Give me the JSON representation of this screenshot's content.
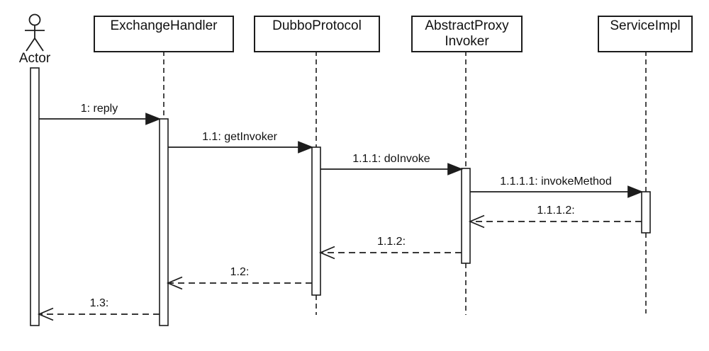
{
  "colors": {
    "line": "#1c1c1c",
    "text": "#111111",
    "background": "#ffffff",
    "box_fill": "#ffffff"
  },
  "participants": [
    {
      "id": "actor",
      "kind": "actor",
      "label": "Actor"
    },
    {
      "id": "exchange-handler",
      "kind": "class",
      "label": "ExchangeHandler"
    },
    {
      "id": "dubbo-protocol",
      "kind": "class",
      "label": "DubboProtocol"
    },
    {
      "id": "abstract-proxy-invoker",
      "kind": "class",
      "label": "AbstractProxy\nInvoker"
    },
    {
      "id": "service-impl",
      "kind": "class",
      "label": "ServiceImpl"
    }
  ],
  "messages": [
    {
      "label": "1: reply",
      "from": "Actor",
      "to": "ExchangeHandler",
      "kind": "call"
    },
    {
      "label": "1.1: getInvoker",
      "from": "ExchangeHandler",
      "to": "DubboProtocol",
      "kind": "call"
    },
    {
      "label": "1.1.1: doInvoke",
      "from": "DubboProtocol",
      "to": "AbstractProxyInvoker",
      "kind": "call"
    },
    {
      "label": "1.1.1.1: invokeMethod",
      "from": "AbstractProxyInvoker",
      "to": "ServiceImpl",
      "kind": "call"
    },
    {
      "label": "1.1.1.2:",
      "from": "ServiceImpl",
      "to": "AbstractProxyInvoker",
      "kind": "return"
    },
    {
      "label": "1.1.2:",
      "from": "AbstractProxyInvoker",
      "to": "DubboProtocol",
      "kind": "return"
    },
    {
      "label": "1.2:",
      "from": "DubboProtocol",
      "to": "ExchangeHandler",
      "kind": "return"
    },
    {
      "label": "1.3:",
      "from": "ExchangeHandler",
      "to": "Actor",
      "kind": "return"
    }
  ]
}
